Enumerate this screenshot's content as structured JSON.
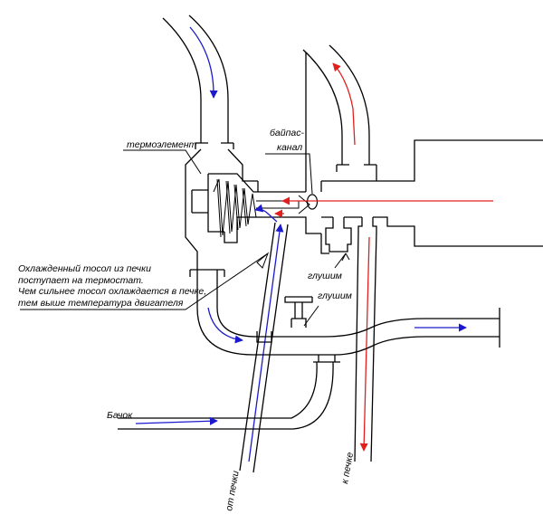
{
  "labels": {
    "thermo": "термоэлемент",
    "bypass_1": "байпас-",
    "bypass_2": "канал",
    "plug_1": "глушим",
    "plug_2": "глушим",
    "note_1": "Охлажденный тосол из печки",
    "note_2": "поступает на термостат.",
    "note_3": "Чем сильнее тосол охлаждается в печке,",
    "note_4": "тем выше температура двигателя",
    "tank": "Бачок",
    "from_heater": "от печки",
    "to_heater": "к печке"
  },
  "colors": {
    "cold_flow": "#1a1acc",
    "hot_flow": "#e02020",
    "line": "#000000"
  }
}
